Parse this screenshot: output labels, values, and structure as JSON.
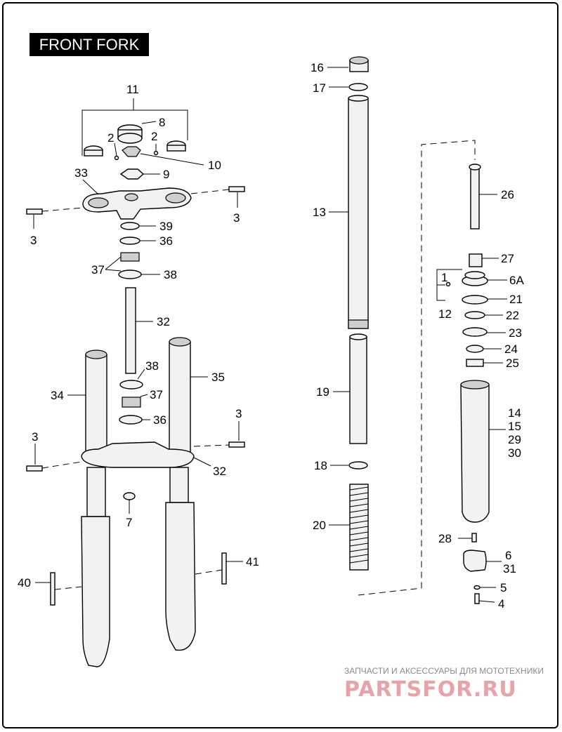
{
  "title": "FRONT FORK",
  "labels": {
    "l11": "11",
    "l8": "8",
    "l2a": "2",
    "l2b": "2",
    "l10": "10",
    "l9": "9",
    "l33": "33",
    "l3a": "3",
    "l3b": "3",
    "l39": "39",
    "l36a": "36",
    "l37a": "37",
    "l38a": "38",
    "l32a": "32",
    "l34": "34",
    "l35": "35",
    "l38b": "38",
    "l37b": "37",
    "l36b": "36",
    "l3c": "3",
    "l3d": "3",
    "l32b": "32",
    "l7": "7",
    "l41": "41",
    "l40": "40",
    "l16": "16",
    "l17": "17",
    "l13": "13",
    "l19": "19",
    "l18": "18",
    "l20": "20",
    "l26": "26",
    "l27": "27",
    "l1": "1",
    "l6A": "6A",
    "l21": "21",
    "l12": "12",
    "l22": "22",
    "l23": "23",
    "l24": "24",
    "l25": "25",
    "l14": "14",
    "l15": "15",
    "l29": "29",
    "l30": "30",
    "l28": "28",
    "l6": "6",
    "l31": "31",
    "l5": "5",
    "l4": "4"
  },
  "watermark": {
    "line1": "ЗАПЧАСТИ И АКСЕССУАРЫ ДЛЯ МОТОТЕХНИКИ",
    "line2": "PARTSFOR.RU"
  }
}
